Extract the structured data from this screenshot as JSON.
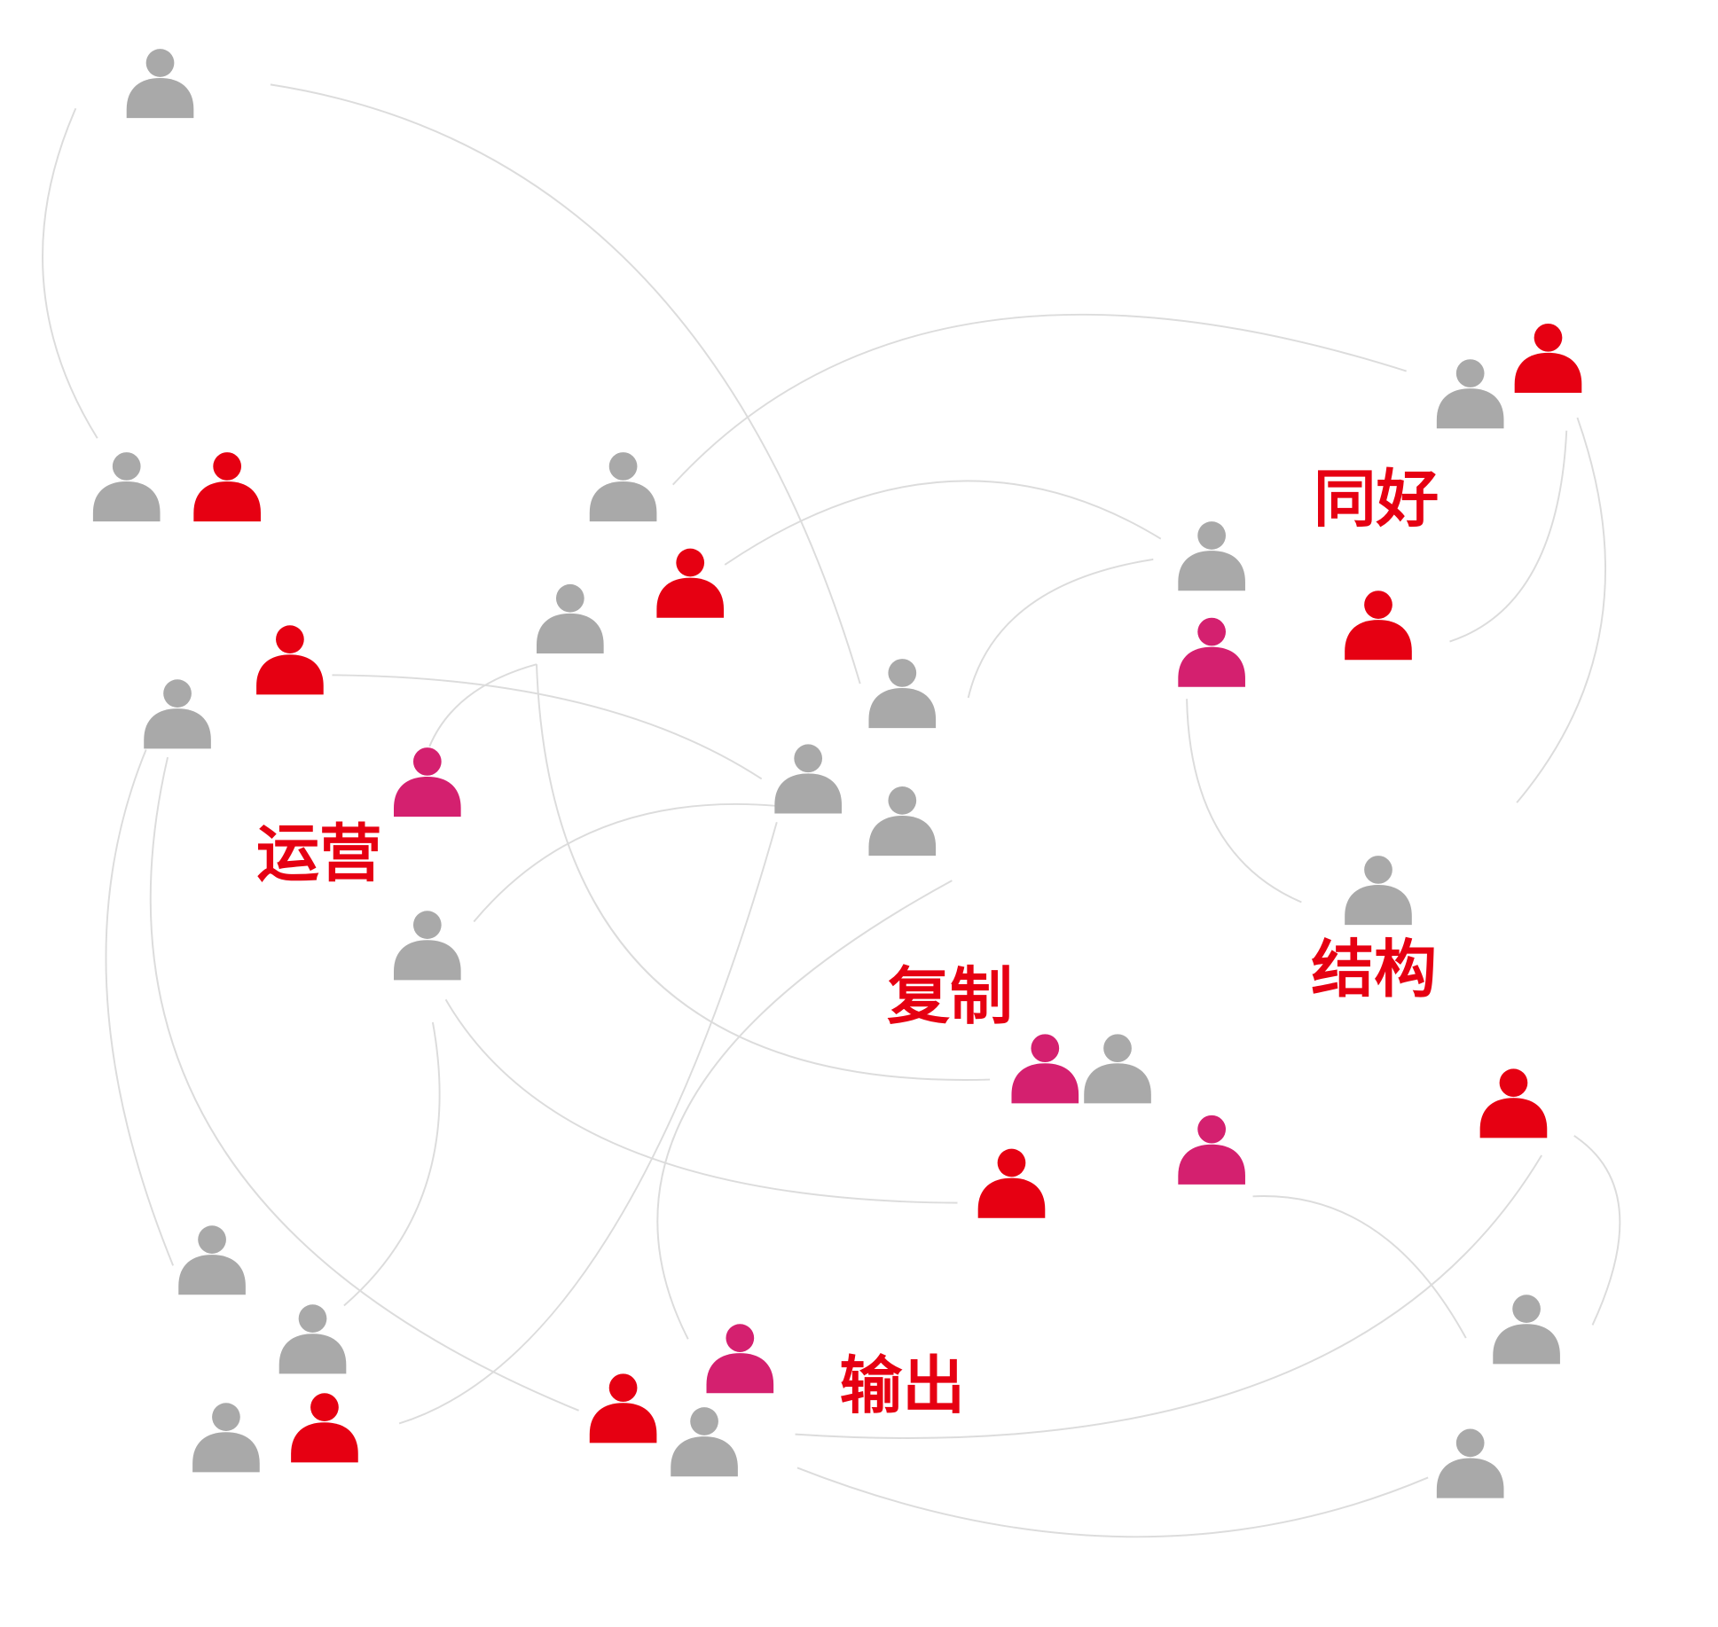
{
  "colors": {
    "gray": "#a9a9a9",
    "red": "#e60012",
    "pink": "#d4206f",
    "label": "#e60012",
    "edge": "#dcdcdc"
  },
  "labels": {
    "tonghao": "同好",
    "yunying": "运营",
    "fuzhi": "复制",
    "jiegou": "结构",
    "shuchu": "输出"
  },
  "people": {
    "gray_count": 19,
    "red_count": 9,
    "pink_count": 5
  }
}
